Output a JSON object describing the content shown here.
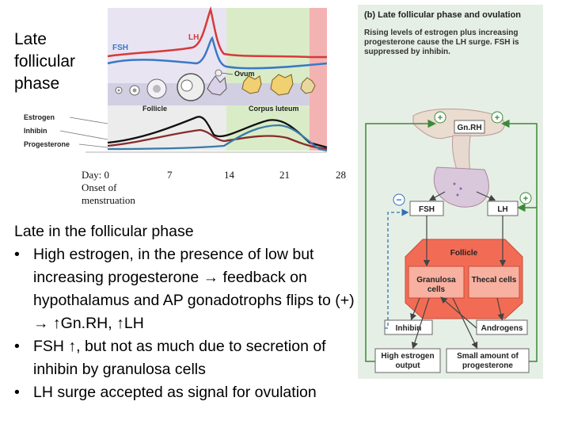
{
  "title": "Late follicular phase",
  "figure": {
    "hormone_labels": {
      "lh": "LH",
      "fsh": "FSH"
    },
    "labels": {
      "ovum": "Ovum",
      "follicle": "Follicle",
      "corpus_luteum": "Corpus luteum"
    },
    "lower_labels": {
      "estrogen": "Estrogen",
      "inhibin": "Inhibin",
      "progesterone": "Progesterone"
    },
    "days": {
      "d0": "Day: 0",
      "onset": "Onset of menstruation",
      "d7": "7",
      "d14": "14",
      "d21": "21",
      "d28": "28"
    },
    "colors": {
      "lh": "#d63a3a",
      "fsh": "#3a78c8",
      "estrogen": "#111111",
      "inhibin": "#8a2a2a",
      "progesterone": "#3a7aa8",
      "highlight_green": "#d9ecc7",
      "highlight_red": "#f4b3b3",
      "highlight_gray": "#dcdcdc"
    }
  },
  "notes": {
    "heading": "Late in the follicular phase",
    "bullets": [
      "High estrogen, in the presence of low but increasing progesterone → feedback on hypothalamus and AP gonadotrophs flips to (+) → ↑Gn.RH, ↑LH",
      "FSH ↑, but not as much due to secretion of inhibin by granulosa cells",
      "LH surge accepted as signal for ovulation"
    ]
  },
  "panel": {
    "heading": "(b) Late follicular phase and ovulation",
    "description": "Rising levels of estrogen plus increasing progesterone cause the LH surge. FSH is suppressed by inhibin.",
    "gnrh": "Gn.RH",
    "fsh": "FSH",
    "lh": "LH",
    "follicle": "Follicle",
    "granulosa": "Granulosa cells",
    "thecal": "Thecal cells",
    "inhibin": "Inhibin",
    "androgens": "Androgens",
    "estrogen_output": "High estrogen output",
    "progesterone_output": "Small amount of progesterone",
    "plus": "+",
    "minus": "−"
  }
}
